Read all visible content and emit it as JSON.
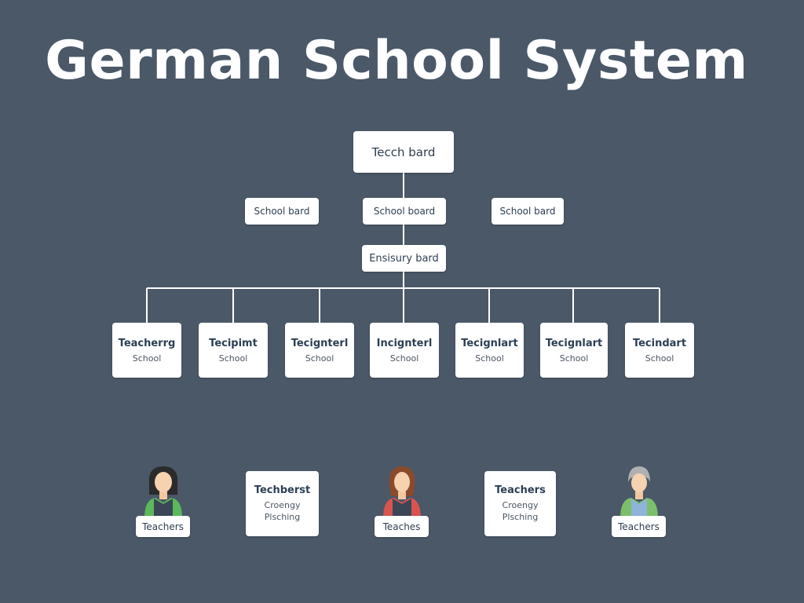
{
  "title": "German School System",
  "top_node": "Tecch bard",
  "boards": [
    "School bard",
    "School board",
    "School bard"
  ],
  "middle_node": "Ensisury bard",
  "schools": [
    {
      "name": "Teacherrg",
      "sub": "School"
    },
    {
      "name": "Tecipimt",
      "sub": "School"
    },
    {
      "name": "Tecignterl",
      "sub": "School"
    },
    {
      "name": "Incignterl",
      "sub": "School"
    },
    {
      "name": "Tecignlart",
      "sub": "School"
    },
    {
      "name": "Tecignlart",
      "sub": "School"
    },
    {
      "name": "Tecindart",
      "sub": "School"
    }
  ],
  "bottom": {
    "persons": [
      {
        "label": "Teachers",
        "hair_color": "#2b2b2b",
        "shirt_color": "#5cb85c",
        "icon": "teacher-female-icon"
      },
      {
        "label": "Teaches",
        "hair_color": "#8b4a2b",
        "shirt_color": "#d9534f",
        "icon": "teacher-female-icon"
      },
      {
        "label": "Teachers",
        "hair_color": "#b0b0b0",
        "shirt_color": "#7cbf6a",
        "icon": "teacher-elderly-icon"
      }
    ],
    "notes": [
      {
        "title": "Techberst",
        "line1": "Croengy",
        "line2": "Plsching"
      },
      {
        "title": "Teachers",
        "line1": "Croengy",
        "line2": "Plsching"
      }
    ]
  },
  "colors": {
    "background": "#4a5868",
    "box": "#ffffff",
    "connector": "#ffffff",
    "text": "#2d3e50"
  }
}
